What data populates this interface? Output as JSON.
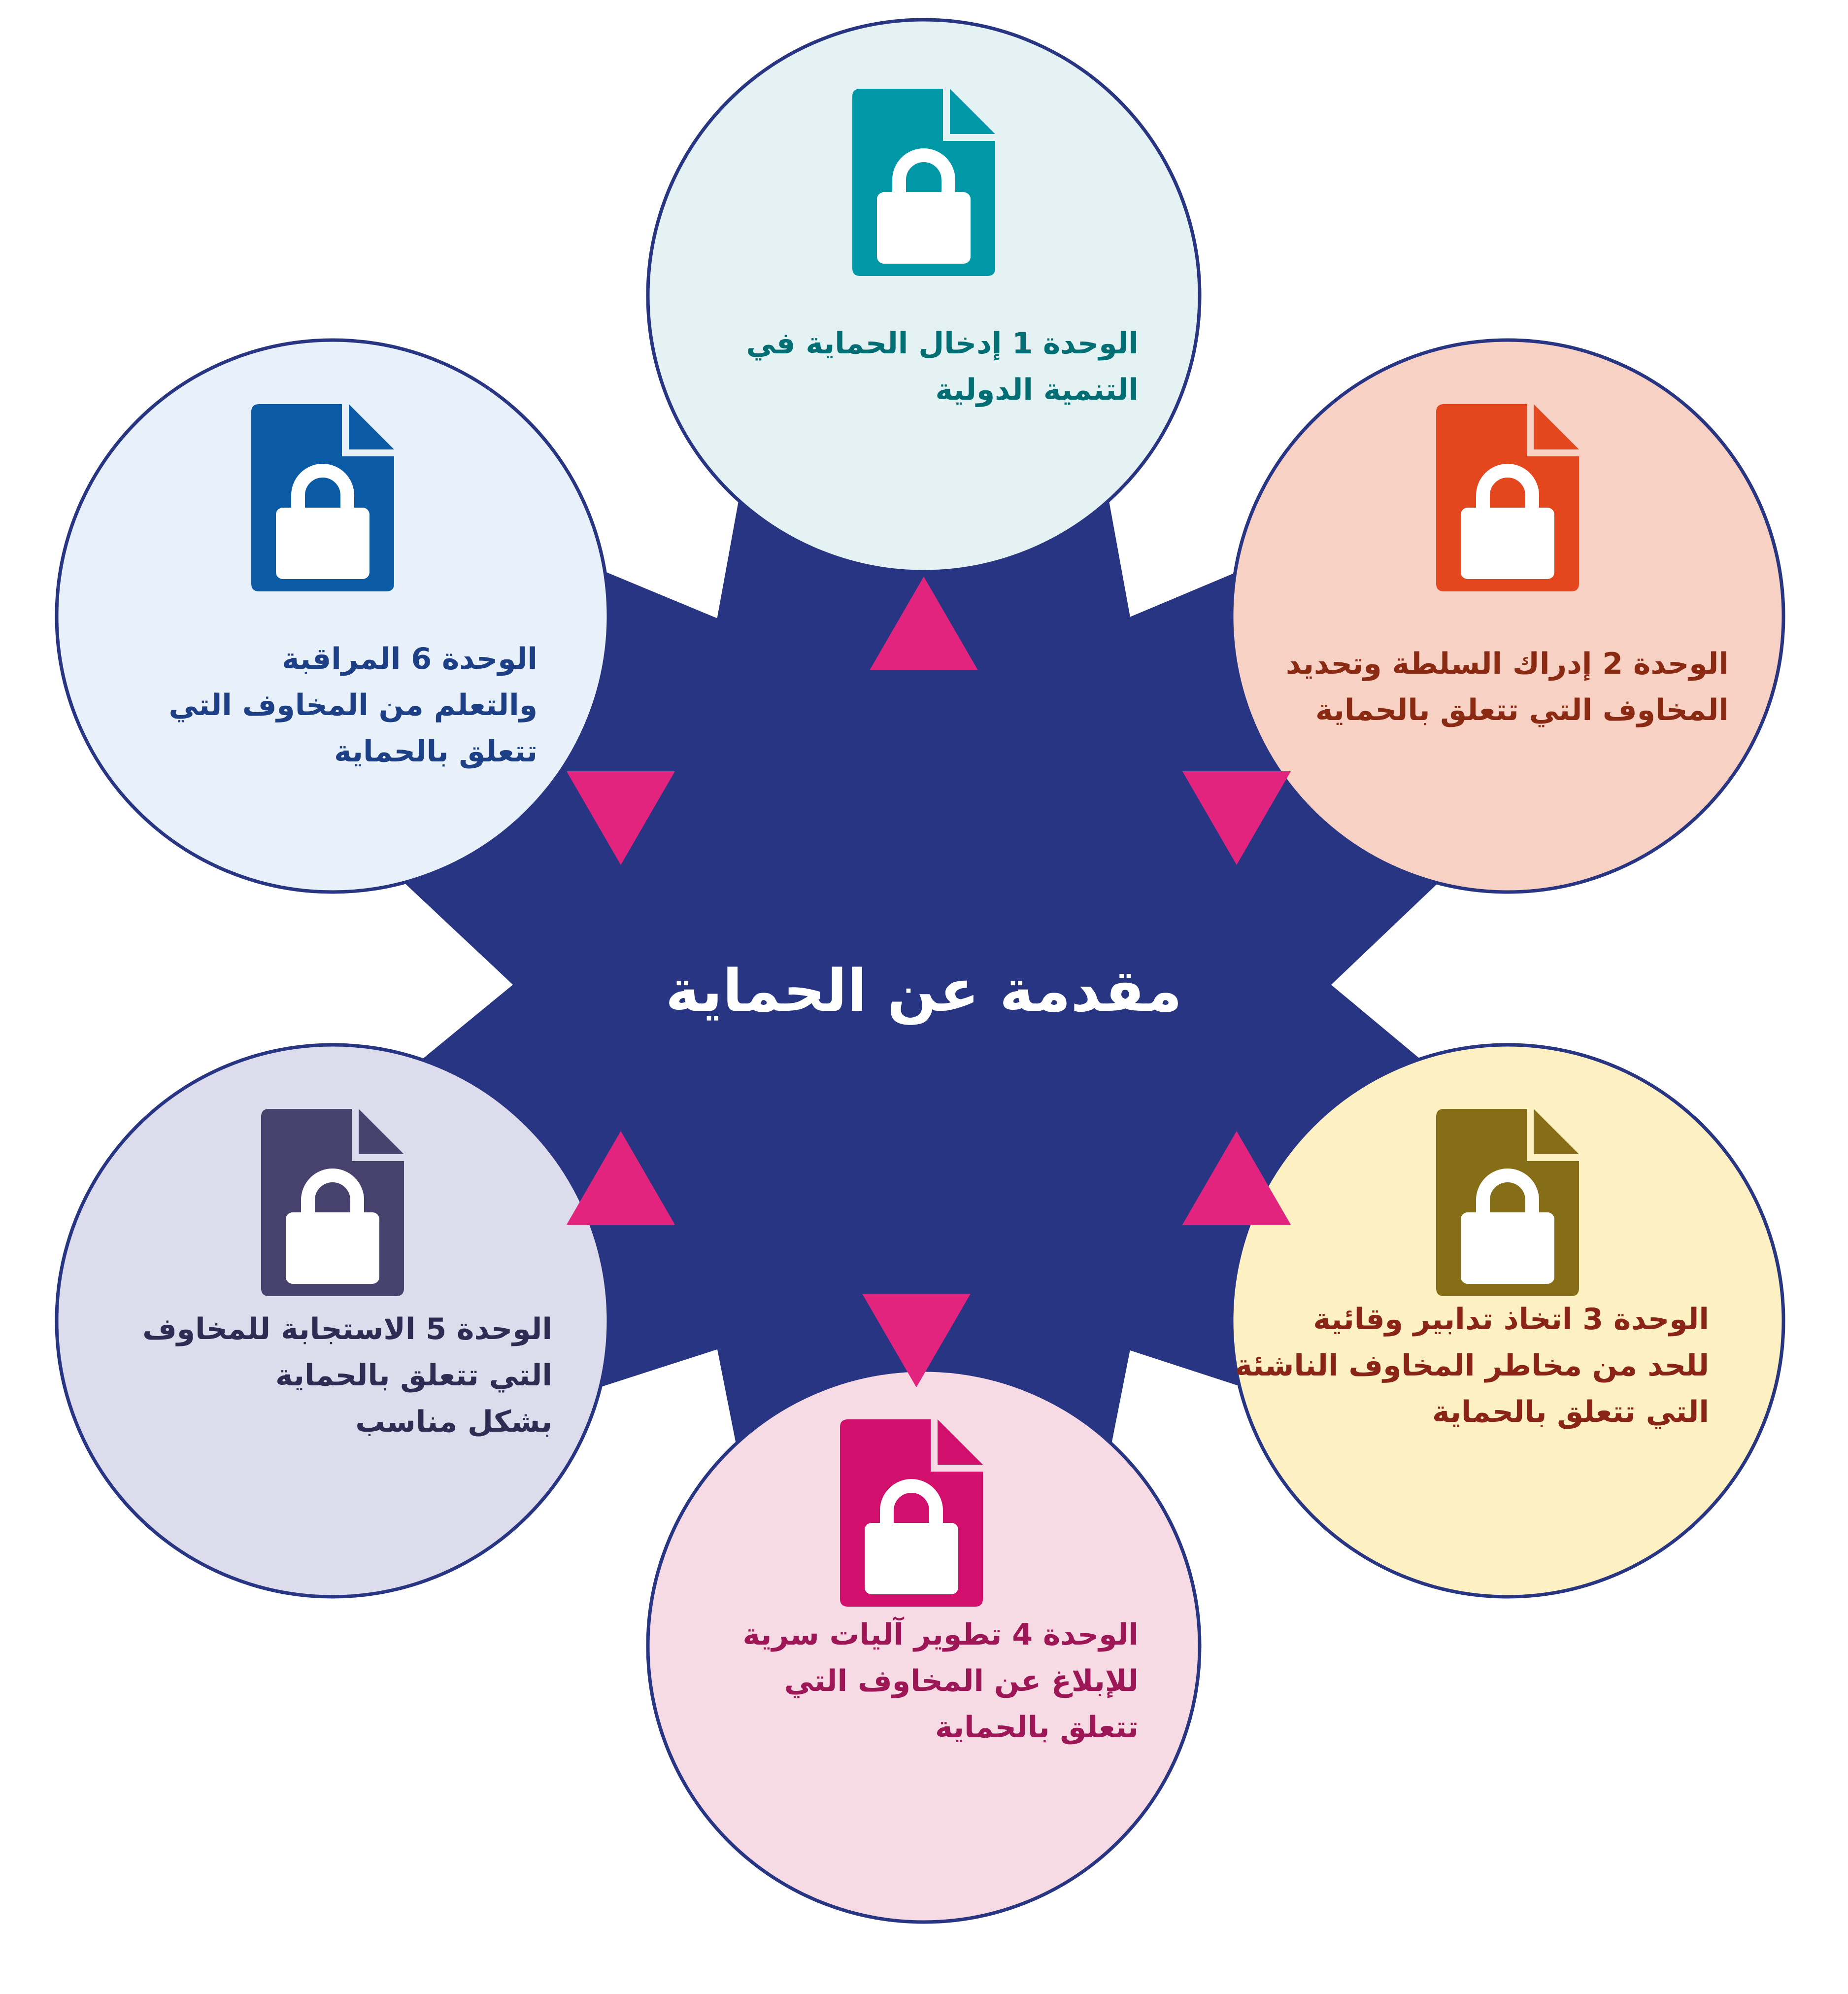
{
  "hub": {
    "title": "مقدمة عن الحماية",
    "color": "#283583"
  },
  "colors": {
    "connector": "#283583",
    "arrow": "#e2247f",
    "ring": "#283583",
    "icon_paper": "#ffffff"
  },
  "nodes": [
    {
      "id": "unit-1",
      "icon": "locked-document-icon",
      "lines": [
        "الوحدة 1 إدخال الحماية في",
        "التنمية الدولية"
      ],
      "fill": "#e4f2f4",
      "icon_color": "#0097a7",
      "text_color": "#006e73"
    },
    {
      "id": "unit-2",
      "icon": "locked-document-icon",
      "lines": [
        "الوحدة 2 إدراك السلطة وتحديد",
        "المخاوف التي تتعلق بالحماية"
      ],
      "fill": "#f8d1c5",
      "icon_color": "#e4461e",
      "text_color": "#8a2a12"
    },
    {
      "id": "unit-3",
      "icon": "locked-document-icon",
      "lines": [
        "الوحدة 3 اتخاذ تدابير وقائية",
        "للحد من مخاطر المخاوف الناشئة",
        "التي تتعلق بالحماية"
      ],
      "fill": "#fdf1c3",
      "icon_color": "#866d17",
      "text_color": "#8a2318"
    },
    {
      "id": "unit-4",
      "icon": "locked-document-icon",
      "lines": [
        "الوحدة 4 تطوير آليات سرية",
        "للإبلاغ عن المخاوف التي",
        "تتعلق بالحماية"
      ],
      "fill": "#f6dbe4",
      "icon_color": "#d20f6d",
      "text_color": "#9d1656"
    },
    {
      "id": "unit-5",
      "icon": "locked-document-icon",
      "lines": [
        "الوحدة 5 الاستجابة للمخاوف",
        "التي تتعلق بالحماية",
        "بشكل مناسب"
      ],
      "fill": "#dddcec",
      "icon_color": "#46426d",
      "text_color": "#2e2c52"
    },
    {
      "id": "unit-6",
      "icon": "locked-document-icon",
      "lines": [
        "الوحدة 6 المراقبة",
        "والتعلم من المخاوف التي",
        "تتعلق بالحماية"
      ],
      "fill": "#e8f1f9",
      "icon_color": "#0a5aa6",
      "text_color": "#1d3f86"
    }
  ]
}
